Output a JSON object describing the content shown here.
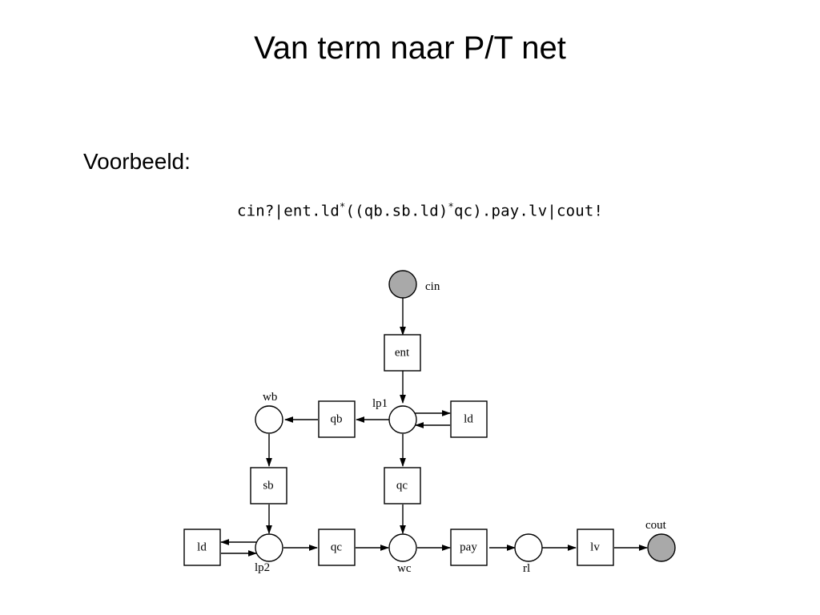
{
  "slide": {
    "title": "Van term naar P/T net",
    "intro": "Voorbeeld:"
  },
  "term": {
    "part1": "cin?|ent.ld",
    "star1": "*",
    "part2": "((qb.sb.ld)",
    "star2": "*",
    "part3": "qc).pay.lv|cout!"
  },
  "net": {
    "places": {
      "cin": "cin",
      "lp1": "lp1",
      "wb": "wb",
      "lp2": "lp2",
      "wc": "wc",
      "rl": "rl",
      "cout": "cout"
    },
    "transitions": {
      "ent": "ent",
      "qb": "qb",
      "ld_right": "ld",
      "sb": "sb",
      "qc_mid": "qc",
      "ld_left": "ld",
      "qc_bottom": "qc",
      "pay": "pay",
      "lv": "lv"
    },
    "colors": {
      "stroke": "#000000",
      "io_place_fill": "#a9a9a9"
    }
  }
}
